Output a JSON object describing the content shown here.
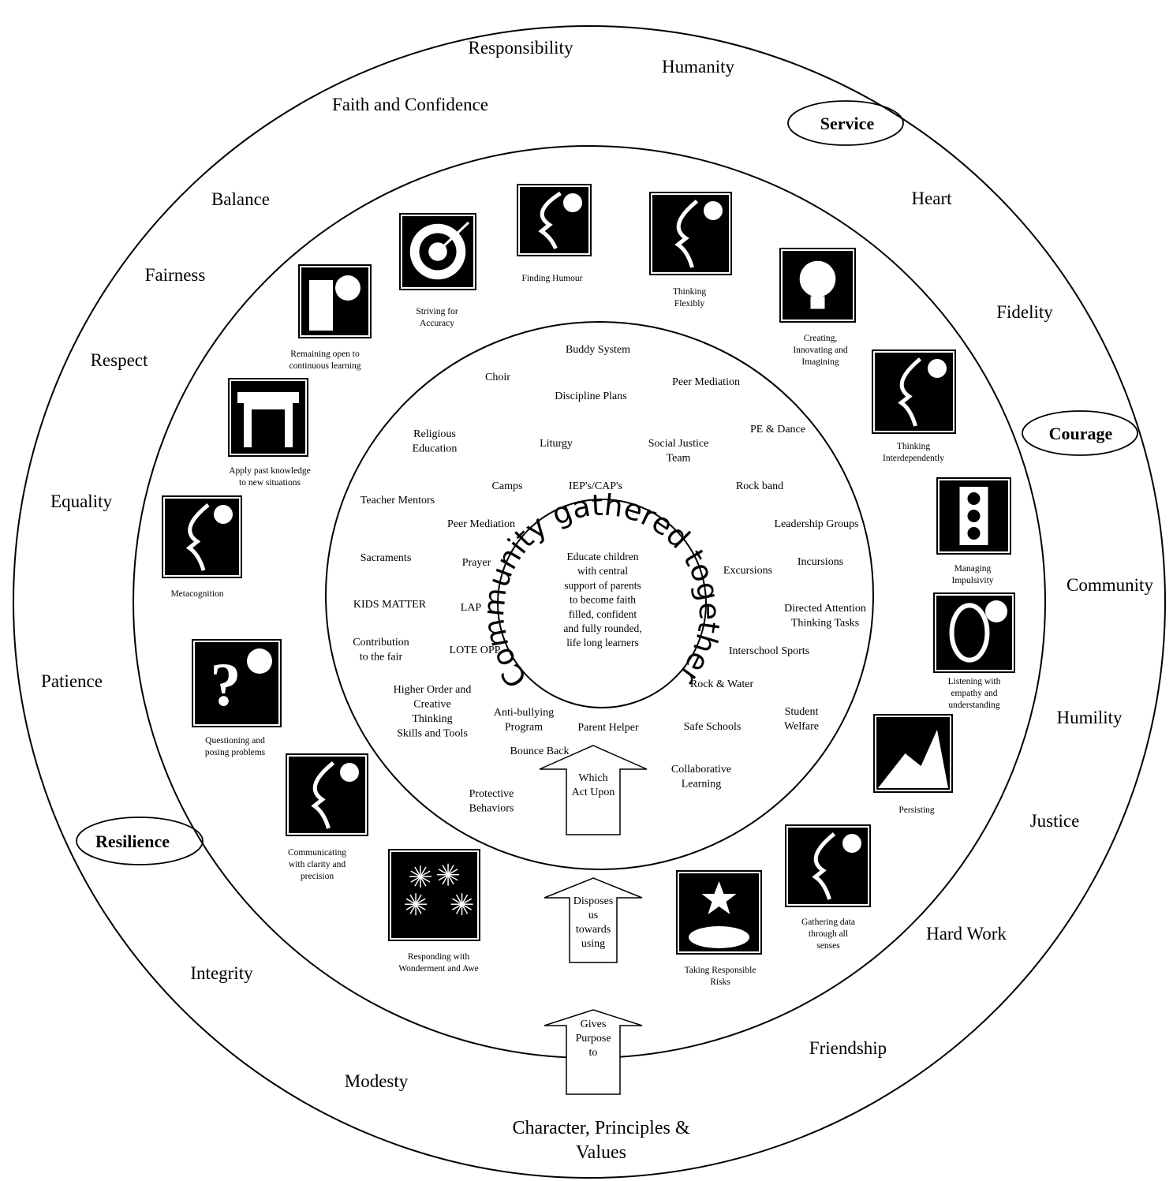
{
  "values": {
    "emphasised": [
      "Service",
      "Courage",
      "Resilience"
    ],
    "items": [
      "Responsibility",
      "Humanity",
      "Faith and Confidence",
      "Heart",
      "Balance",
      "Fairness",
      "Fidelity",
      "Respect",
      "Equality",
      "Community",
      "Patience",
      "Humility",
      "Justice",
      "Hard Work",
      "Integrity",
      "Friendship",
      "Modesty"
    ],
    "bottom": [
      "Character, Principles &",
      "Values"
    ]
  },
  "habits": [
    {
      "label": [
        "Finding Humour"
      ],
      "icon": "humour-mask-icon"
    },
    {
      "label": [
        "Thinking",
        "Flexibly"
      ],
      "icon": "flexible-thinking-face-icon"
    },
    {
      "label": [
        "Striving for",
        "Accuracy"
      ],
      "icon": "target-arrow-icon"
    },
    {
      "label": [
        "Creating,",
        "Innovating and",
        "Imagining"
      ],
      "icon": "light-bulb-icon"
    },
    {
      "label": [
        "Remaining open to",
        "continuous learning"
      ],
      "icon": "open-door-icon"
    },
    {
      "label": [
        "Thinking",
        "Interdependently"
      ],
      "icon": "faces-profile-icon"
    },
    {
      "label": [
        "Apply past knowledge",
        "to new situations"
      ],
      "icon": "bridge-icon"
    },
    {
      "label": [
        "Managing",
        "Impulsivity"
      ],
      "icon": "traffic-light-icon"
    },
    {
      "label": [
        "Metacognition"
      ],
      "icon": "thinking-head-123-icon"
    },
    {
      "label": [
        "Listening with",
        "empathy and",
        "understanding"
      ],
      "icon": "ear-icon"
    },
    {
      "label": [
        "Questioning and",
        "posing problems"
      ],
      "icon": "question-mark-icon"
    },
    {
      "label": [
        "Persisting"
      ],
      "icon": "mountain-flag-icon"
    },
    {
      "label": [
        "Communicating",
        "with clarity and",
        "precision"
      ],
      "icon": "speaking-face-icon"
    },
    {
      "label": [
        "Gathering data",
        "through all",
        "senses"
      ],
      "icon": "rose-face-icon"
    },
    {
      "label": [
        "Responding with",
        "Wonderment and Awe"
      ],
      "icon": "fireworks-icon"
    },
    {
      "label": [
        "Taking Responsible",
        "Risks"
      ],
      "icon": "hands-stars-icon"
    }
  ],
  "programs": [
    [
      "Buddy System"
    ],
    [
      "Choir"
    ],
    [
      "Peer Mediation"
    ],
    [
      "Discipline Plans"
    ],
    [
      "PE & Dance"
    ],
    [
      "Religious",
      "Education"
    ],
    [
      "Liturgy"
    ],
    [
      "Social Justice",
      "Team"
    ],
    [
      "Camps"
    ],
    [
      "IEP's/CAP's"
    ],
    [
      "Rock band"
    ],
    [
      "Teacher Mentors"
    ],
    [
      "Peer Mediation"
    ],
    [
      "Leadership Groups"
    ],
    [
      "Sacraments"
    ],
    [
      "Prayer"
    ],
    [
      "Incursions"
    ],
    [
      "Excursions"
    ],
    [
      "KIDS MATTER"
    ],
    [
      "LAP"
    ],
    [
      "Directed Attention",
      "Thinking Tasks"
    ],
    [
      "Contribution",
      "to the fair"
    ],
    [
      "LOTE OPP"
    ],
    [
      "Interschool Sports"
    ],
    [
      "Higher Order and",
      "Creative",
      "Thinking",
      "Skills and Tools"
    ],
    [
      "Rock & Water"
    ],
    [
      "Anti-bullying",
      "Program"
    ],
    [
      "Parent Helper"
    ],
    [
      "Safe Schools"
    ],
    [
      "Student",
      "Welfare"
    ],
    [
      "Bounce Back"
    ],
    [
      "Collaborative",
      "Learning"
    ],
    [
      "Protective",
      "Behaviors"
    ]
  ],
  "center": {
    "ring_text": "Community gathered together",
    "lines": [
      "Educate children",
      "with central",
      "support of parents",
      "to become faith",
      "filled, confident",
      "and fully rounded,",
      "life long learners"
    ]
  },
  "arrows": [
    [
      "Which",
      "Act Upon"
    ],
    [
      "Disposes",
      "us",
      "towards",
      "using"
    ],
    [
      "Gives",
      "Purpose",
      "to"
    ]
  ]
}
